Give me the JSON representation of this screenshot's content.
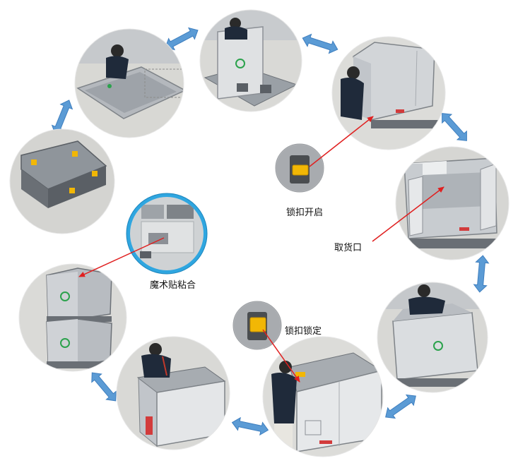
{
  "labels": {
    "lock_open": "锁扣开启",
    "pickup_port": "取货口",
    "velcro": "魔术贴粘合",
    "lock_closed": "锁扣锁定"
  },
  "colors": {
    "cycle_arrow": "#5b9bd5",
    "pointer_arrow": "#e02020",
    "velcro_ring": "#2fa6e0",
    "box_gray": "#a9adb3",
    "lock_yellow": "#f2b705"
  },
  "steps": [
    {
      "icon": "person-laying-flat-panel-icon"
    },
    {
      "icon": "person-raising-side-wall-icon"
    },
    {
      "icon": "person-opening-wall-lock-icon"
    },
    {
      "icon": "open-box-with-door-icon"
    },
    {
      "icon": "person-lowering-wall-icon"
    },
    {
      "icon": "lid-placed-on-box-icon"
    },
    {
      "icon": "person-closing-lid-icon"
    },
    {
      "icon": "stacked-boxes-icon"
    },
    {
      "icon": "folded-box-top-view-icon"
    }
  ]
}
